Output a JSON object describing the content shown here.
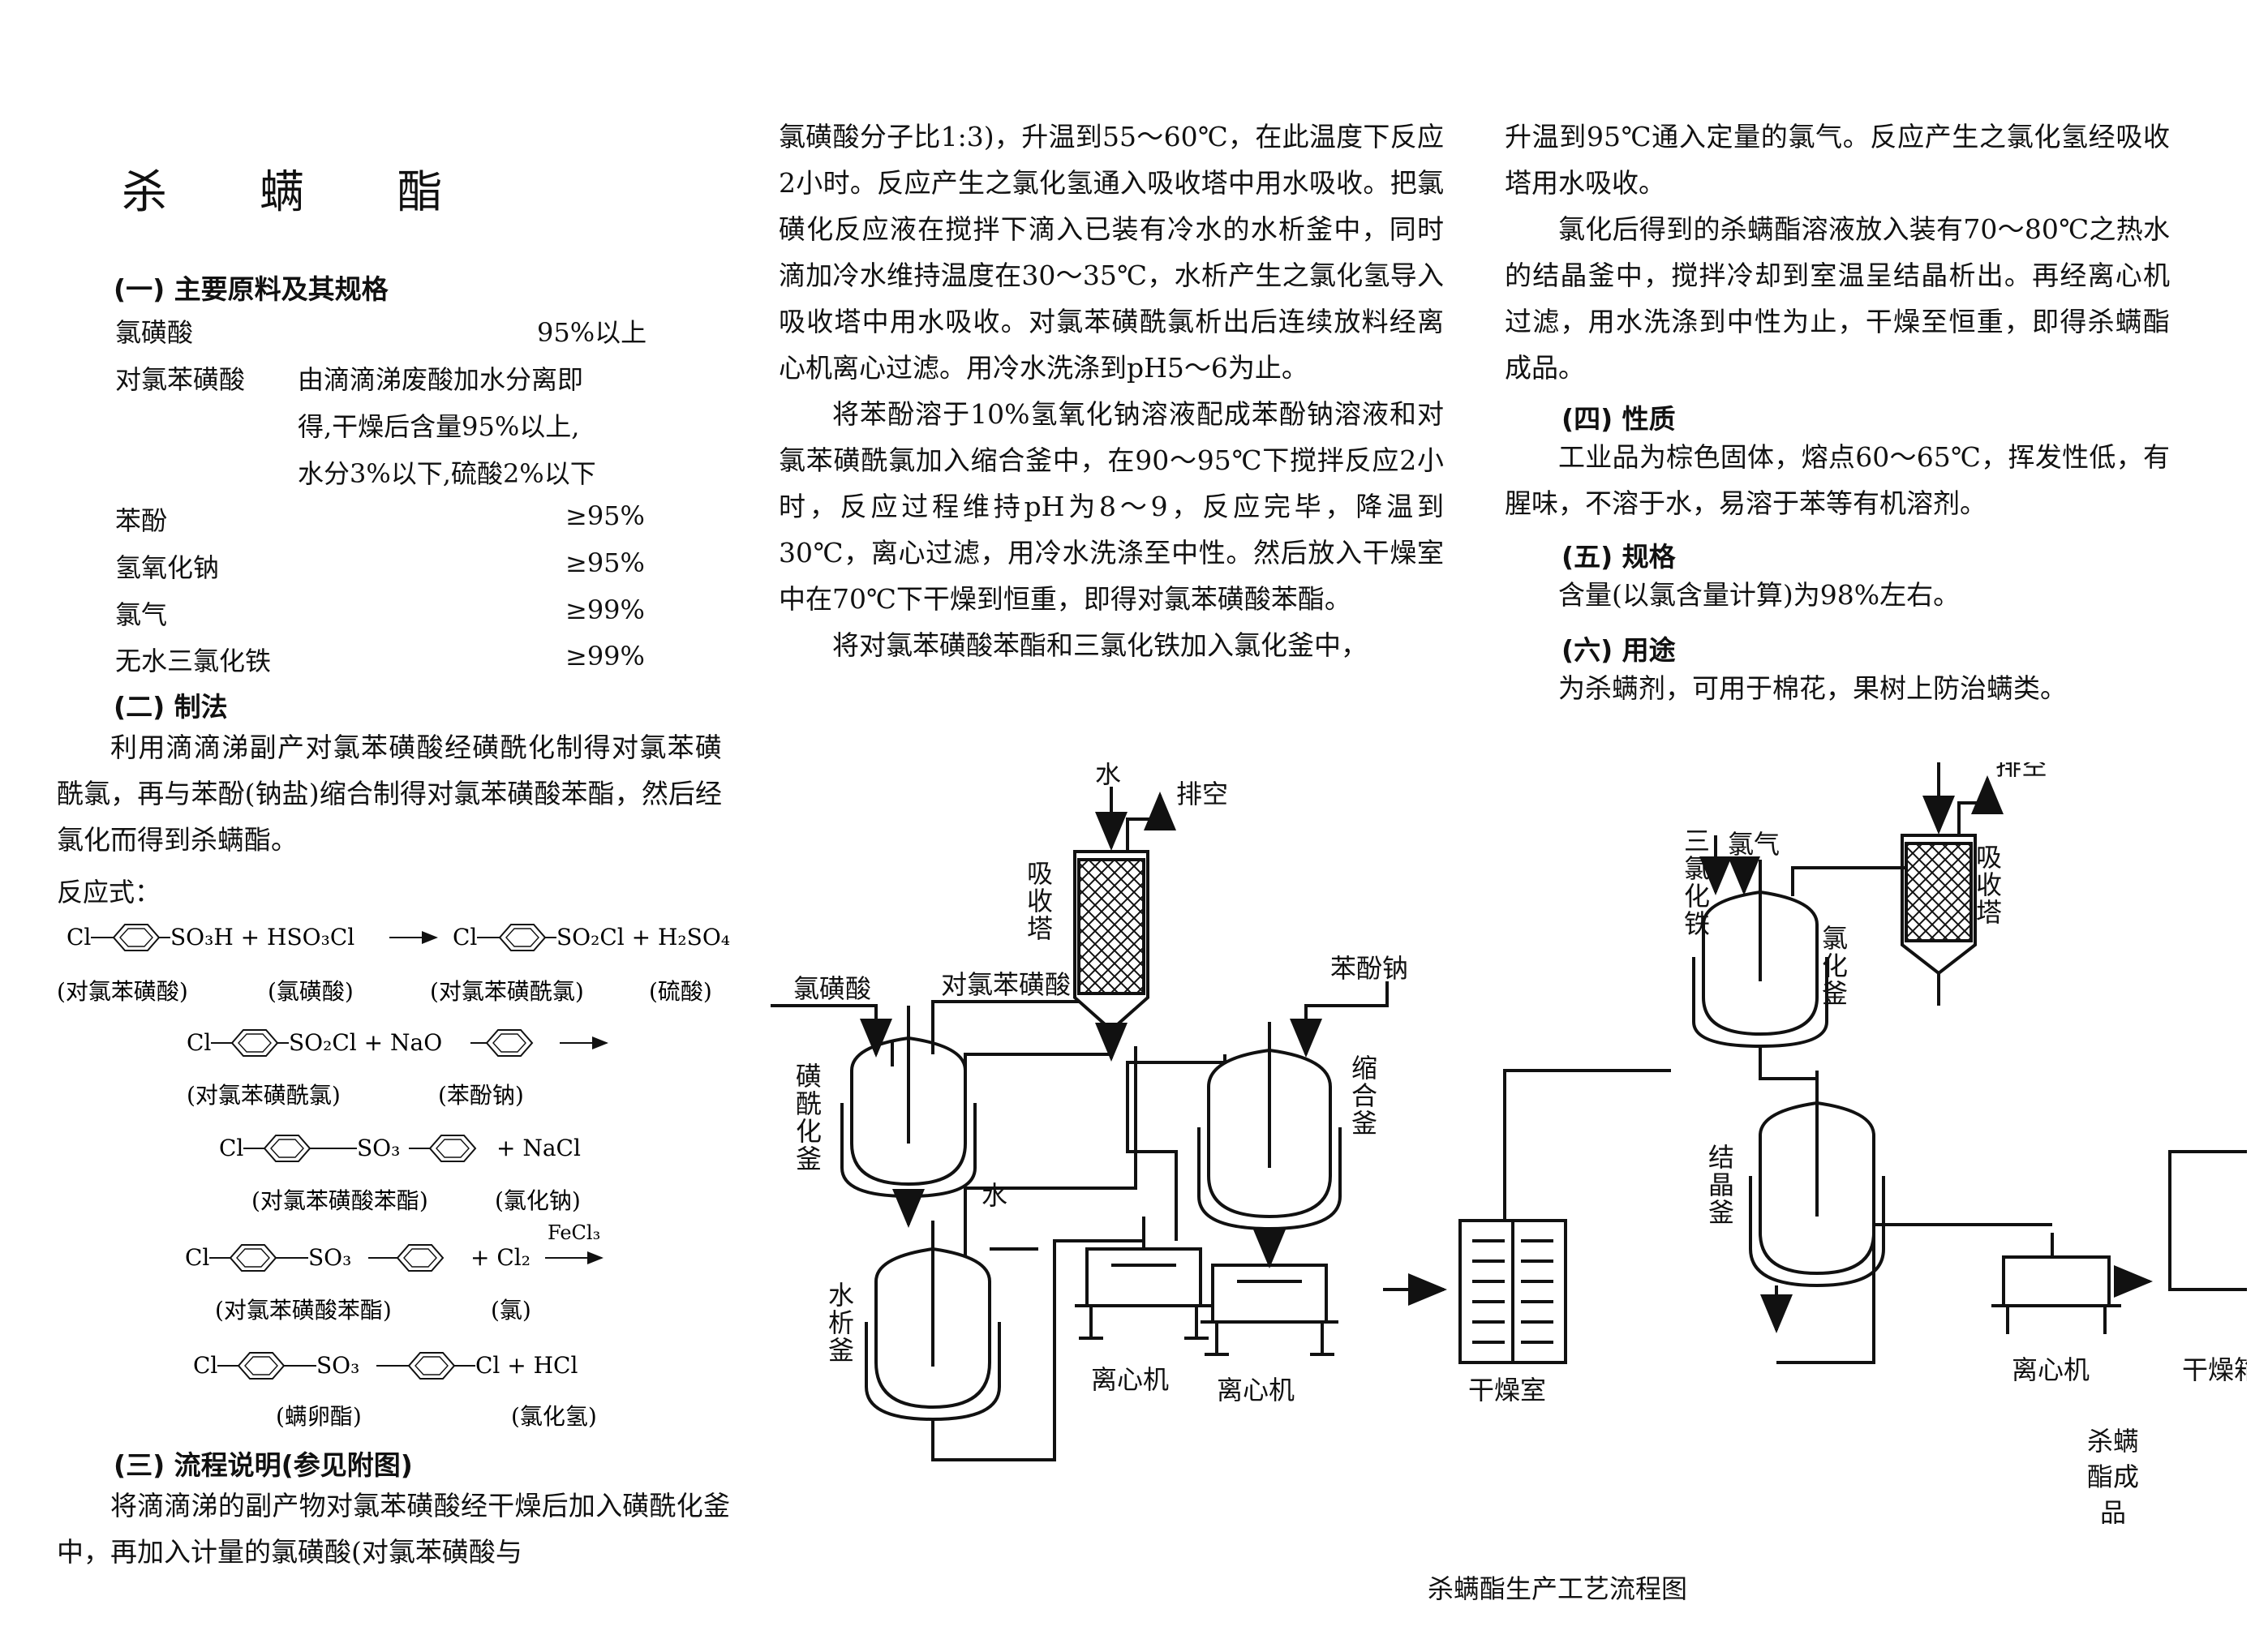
{
  "title": "杀 螨 酯",
  "sections": {
    "materials": "(一) 主要原料及其规格",
    "method": "(二) 制法",
    "process": "(三) 流程说明(参见附图)",
    "properties": "(四) 性质",
    "spec": "(五) 规格",
    "usage": "(六) 用途"
  },
  "materials": [
    {
      "name": "氯磺酸",
      "value": "95%以上"
    },
    {
      "name": "对氯苯磺酸",
      "value": "由滴滴涕废酸加水分离即"
    },
    {
      "name": "",
      "value": "得,干燥后含量95%以上,"
    },
    {
      "name": "",
      "value": "水分3%以下,硫酸2%以下"
    },
    {
      "name": "苯酚",
      "value": "≥95%"
    },
    {
      "name": "氢氧化钠",
      "value": "≥95%"
    },
    {
      "name": "氯气",
      "value": "≥99%"
    },
    {
      "name": "无水三氯化铁",
      "value": "≥99%"
    }
  ],
  "method_text": "利用滴滴涕副产对氯苯磺酸经磺酰化制得对氯苯磺酰氯，再与苯酚(钠盐)缩合制得对氯苯磺酸苯酯，然后经氯化而得到杀螨酯。",
  "reaction_label": "反应式：",
  "reactions": {
    "r1": {
      "a": "Cl",
      "b": "SO₃H + HSO₃Cl",
      "c": "Cl",
      "d": "SO₂Cl + H₂SO₄",
      "l1": "(对氯苯磺酸)",
      "l2": "(氯磺酸)",
      "l3": "(对氯苯磺酰氯)",
      "l4": "(硫酸)"
    },
    "r2": {
      "a": "Cl",
      "b": "SO₂Cl + NaO",
      "l1": "(对氯苯磺酰氯)",
      "l2": "(苯酚钠)"
    },
    "r3": {
      "a": "Cl",
      "b": "SO₃",
      "c": "+ NaCl",
      "l1": "(对氯苯磺酸苯酯)",
      "l2": "(氯化钠)"
    },
    "r4": {
      "a": "Cl",
      "b": "SO₃",
      "c": "+ Cl₂",
      "cat": "FeCl₃",
      "l1": "(对氯苯磺酸苯酯)",
      "l2": "(氯)"
    },
    "r5": {
      "a": "Cl",
      "b": "SO₃",
      "c": "Cl + HCl",
      "l1": "(螨卵酯)",
      "l2": "(氯化氢)"
    }
  },
  "process_text_col1": "将滴滴涕的副产物对氯苯磺酸经干燥后加入磺酰化釜中，再加入计量的氯磺酸(对氯苯磺酸与",
  "col2_p1": "氯磺酸分子比1:3)，升温到55～60℃，在此温度下反应2小时。反应产生之氯化氢通入吸收塔中用水吸收。把氯磺化反应液在搅拌下滴入已装有冷水的水析釜中，同时滴加冷水维持温度在30～35℃，水析产生之氯化氢导入吸收塔中用水吸收。对氯苯磺酰氯析出后连续放料经离心机离心过滤。用冷水洗涤到pH5～6为止。",
  "col2_p2": "将苯酚溶于10%氢氧化钠溶液配成苯酚钠溶液和对氯苯磺酰氯加入缩合釜中，在90～95℃下搅拌反应2小时，反应过程维持pH为8～9，反应完毕，降温到30℃，离心过滤，用冷水洗涤至中性。然后放入干燥室中在70℃下干燥到恒重，即得对氯苯磺酸苯酯。",
  "col2_p3": "将对氯苯磺酸苯酯和三氯化铁加入氯化釜中，",
  "col3_p1": "升温到95℃通入定量的氯气。反应产生之氯化氢经吸收塔用水吸收。",
  "col3_p2": "氯化后得到的杀螨酯溶液放入装有70～80℃之热水的结晶釜中，搅拌冷却到室温呈结晶析出。再经离心机过滤，用水洗涤到中性为止，干燥至恒重，即得杀螨酯成品。",
  "properties_text": "工业品为棕色固体，熔点60～65℃，挥发性低，有腥味，不溶于水，易溶于苯等有机溶剂。",
  "spec_text": "含量(以氯含量计算)为98%左右。",
  "usage_text": "为杀螨剂，可用于棉花，果树上防治螨类。",
  "diagram": {
    "caption": "杀螨酯生产工艺流程图",
    "water": "水",
    "vent": "排空",
    "absorber": "吸收塔",
    "chlorosulfonic": "氯磺酸",
    "pcbsa": "对氯苯磺酸",
    "sulfonyl_reactor": "磺酰化釜",
    "hydrolysis_reactor": "水析釜",
    "centrifuge": "离心机",
    "sodium_phenoxide": "苯酚钠",
    "condensation_reactor": "缩合釜",
    "dryer_room": "干燥室",
    "fecl3": "三氯化铁",
    "chlorine": "氯气",
    "chlorination_reactor": "氯化釜",
    "crystallizer": "结晶釜",
    "dryer_box": "干燥箱",
    "product": "杀螨酯成品"
  }
}
